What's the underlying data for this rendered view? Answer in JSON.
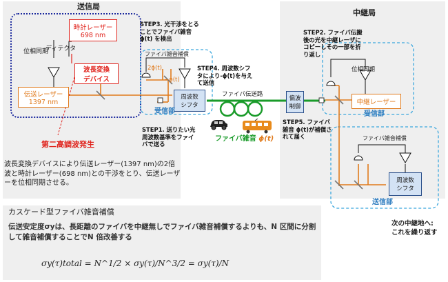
{
  "transmitter": {
    "title": "送信局"
  },
  "relay": {
    "title": "中継局"
  },
  "labels": {
    "clock_laser": [
      "時計レーザー",
      "698 nm"
    ],
    "detector": "ディテクタ",
    "phase_lock_left": "位相同期",
    "wavelength_conv": [
      "波長変換",
      "デバイス"
    ],
    "transmission_laser": [
      "伝送レーザー",
      "1397 nm"
    ],
    "fiber_noise_comp_left": "ファイバ雑音補償",
    "two_phi": "2ϕ(t)",
    "minus_phi": "−ϕ(t)",
    "freq_shifter_left": [
      "周波数",
      "シフタ"
    ],
    "receiver_left": "受信部",
    "fiber_path": "ファイバ伝送路",
    "fiber_noise": "ファイバ雑音",
    "phi_t": "ϕ(t)",
    "polarization_ctrl": [
      "偏波",
      "制御"
    ],
    "phase_lock_right": "位相同期",
    "relay_laser": "中継レーザー",
    "receiver_right_top": "受信部",
    "fiber_noise_comp_right": "ファイバ雑音補償",
    "freq_shifter_right": [
      "周波数",
      "シフタ"
    ],
    "receiver_right_bottom": "送信部",
    "shg": "第二高調波発生"
  },
  "steps": {
    "step1": "STEP1. 送りたい光周波数基準をファイバで送る",
    "step2": "STEP2. ファイバ伝搬後の光を中継レーザにコピーしその一部を折り返し",
    "step3": "STEP3. 光干渉をとることでファイバ雑音 ϕ(t) を検出",
    "step4": "STEP4. 周波数シフタにより-ϕ(t)を与えて送信",
    "step5": "STEP5. ファイバ雑音 ϕ(t)が補償されて届く"
  },
  "description": "波長変換デバイスにより伝送レーザー(1397 nm)の2倍波と時計レーザー(698 nm)との干渉をとり、伝送レーザーを位相同期させる。",
  "cascade": {
    "title": "カスケード型ファイバ雑音補償",
    "body": "伝送安定度σyは、長距離のファイバを中継無しでファイバ雑音補償するよりも、N 区間に分割して雑音補償することでN 倍改善する",
    "formula": "σy(τ)total = N^1/2 × σy(τ)/N^3/2 = σy(τ)/N"
  },
  "next_relay": [
    "次の中継地へ:",
    "これを繰り返す"
  ],
  "colors": {
    "orange": "#e07a1c",
    "green": "#1a9b2a",
    "red": "#e0231c",
    "blue_dash": "#3aa6dd",
    "navy": "#1c2a9e"
  }
}
